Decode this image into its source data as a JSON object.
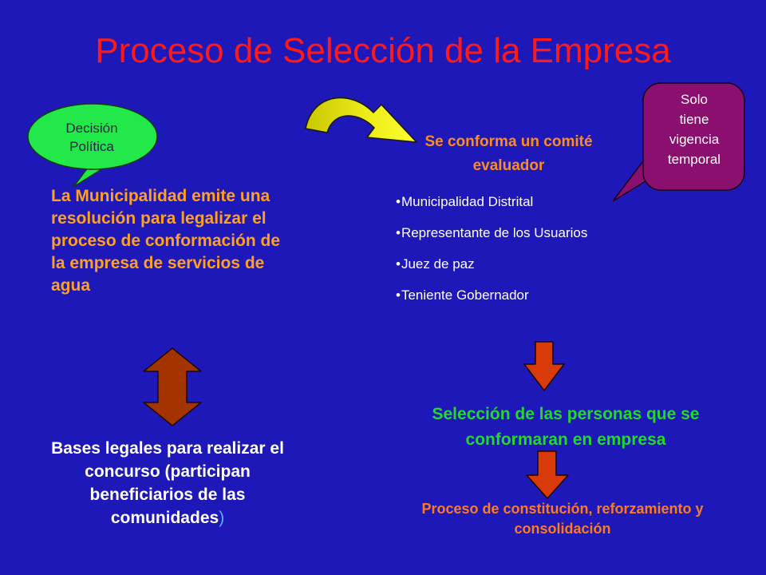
{
  "slide": {
    "title": "Proceso de Selección de la Empresa",
    "bubbles": {
      "decision": {
        "line1": "Decisión",
        "line2": "Política"
      },
      "note": {
        "line1": "Solo",
        "line2": "tiene",
        "line3": "vigencia",
        "line4": "temporal"
      }
    },
    "left": {
      "resolution": "La Municipalidad emite una resolución para legalizar el proceso de conformación de la empresa de servicios de agua",
      "bases_main": "Bases legales para realizar el concurso (participan beneficiarios de las comunidades",
      "bases_paren": ")"
    },
    "right": {
      "committee_heading": "Se conforma un comité evaluador",
      "members": [
        "Municipalidad Distrital",
        "Representante de los Usuarios",
        "Juez de paz",
        "Teniente Gobernador"
      ],
      "bullet": "•",
      "selection": "Selección de las personas que se conformaran en empresa",
      "process": "Proceso de constitución, reforzamiento y consolidación"
    },
    "colors": {
      "background": "#1f18b8",
      "title": "#ff1a1a",
      "decision_bubble": "#22e84a",
      "note_bubble": "#8b0f6e",
      "orange_text": "#ffa020",
      "green_text": "#22d92a",
      "arrow_red": "#d93a0a",
      "double_arrow": "#a33400",
      "curved_arrow": "#e6e620"
    },
    "icons": [
      "curved-arrow-icon",
      "double-arrow-icon",
      "down-arrow-icon",
      "speech-bubble-icon"
    ]
  }
}
